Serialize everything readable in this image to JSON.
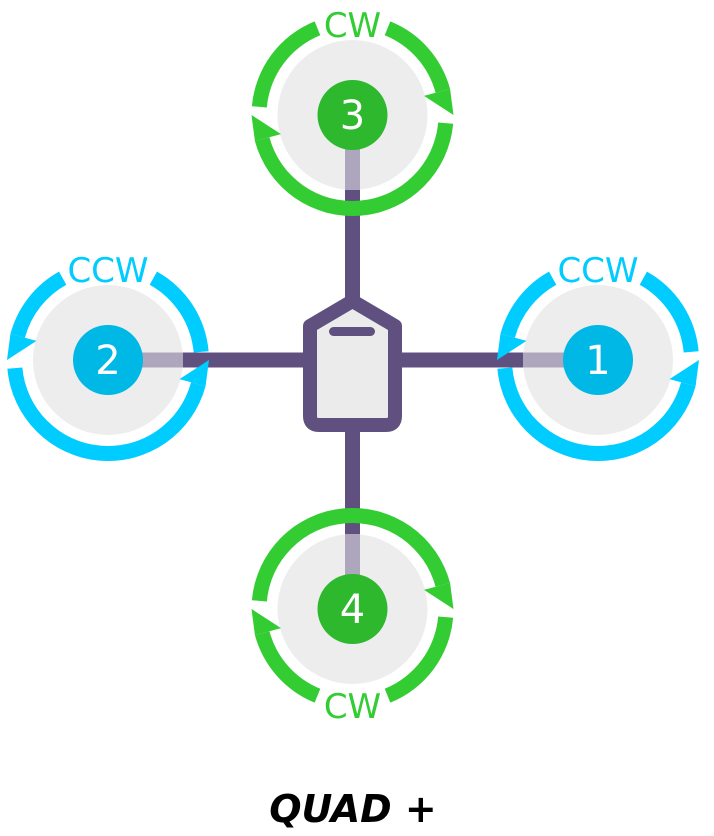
{
  "title": "QUAD +",
  "colors": {
    "cw_ring": "#33cc33",
    "cw_hub": "#2db82d",
    "ccw_ring": "#00ccff",
    "ccw_hub": "#00b8e6",
    "frame": "#5f5080",
    "arm_inner": "#aea6bd",
    "prop_disk": "#ededed",
    "body_fill": "#ebebeb",
    "title": "#000000"
  },
  "motors": [
    {
      "number": "1",
      "direction": "CCW",
      "position": "right"
    },
    {
      "number": "2",
      "direction": "CCW",
      "position": "left"
    },
    {
      "number": "3",
      "direction": "CW",
      "position": "front"
    },
    {
      "number": "4",
      "direction": "CW",
      "position": "back"
    }
  ]
}
